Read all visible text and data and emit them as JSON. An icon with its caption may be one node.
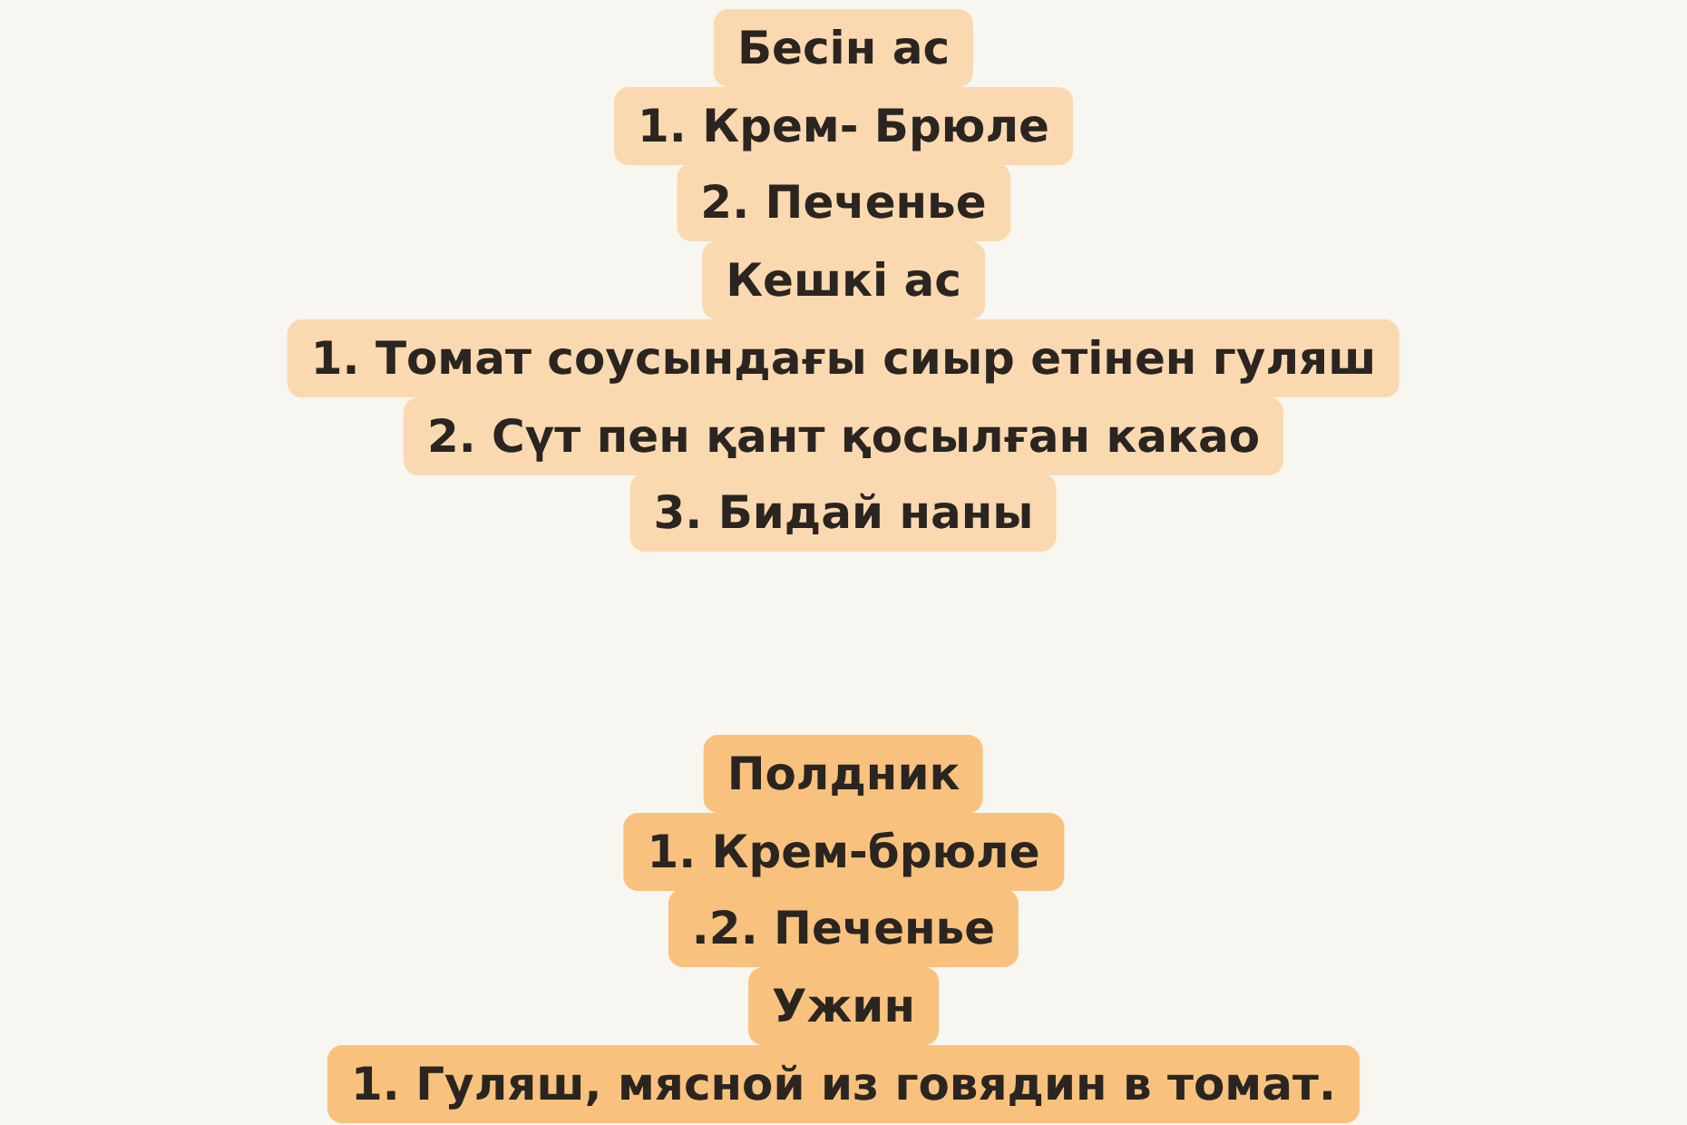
{
  "diagram": {
    "labels": [
      "Бесін ас",
      "1. Крем- Брюле",
      "2. Печенье",
      "Кешкі ас",
      "1. Томат соусындағы сиыр етінен гуляш",
      "2. Сүт пен қант қосылған какао",
      "3. Бидай наны",
      "Полдник",
      "1. Крем-брюле",
      ".2. Печенье",
      "Ужин",
      "1. Гуляш, мясной из говядин в томат."
    ]
  }
}
